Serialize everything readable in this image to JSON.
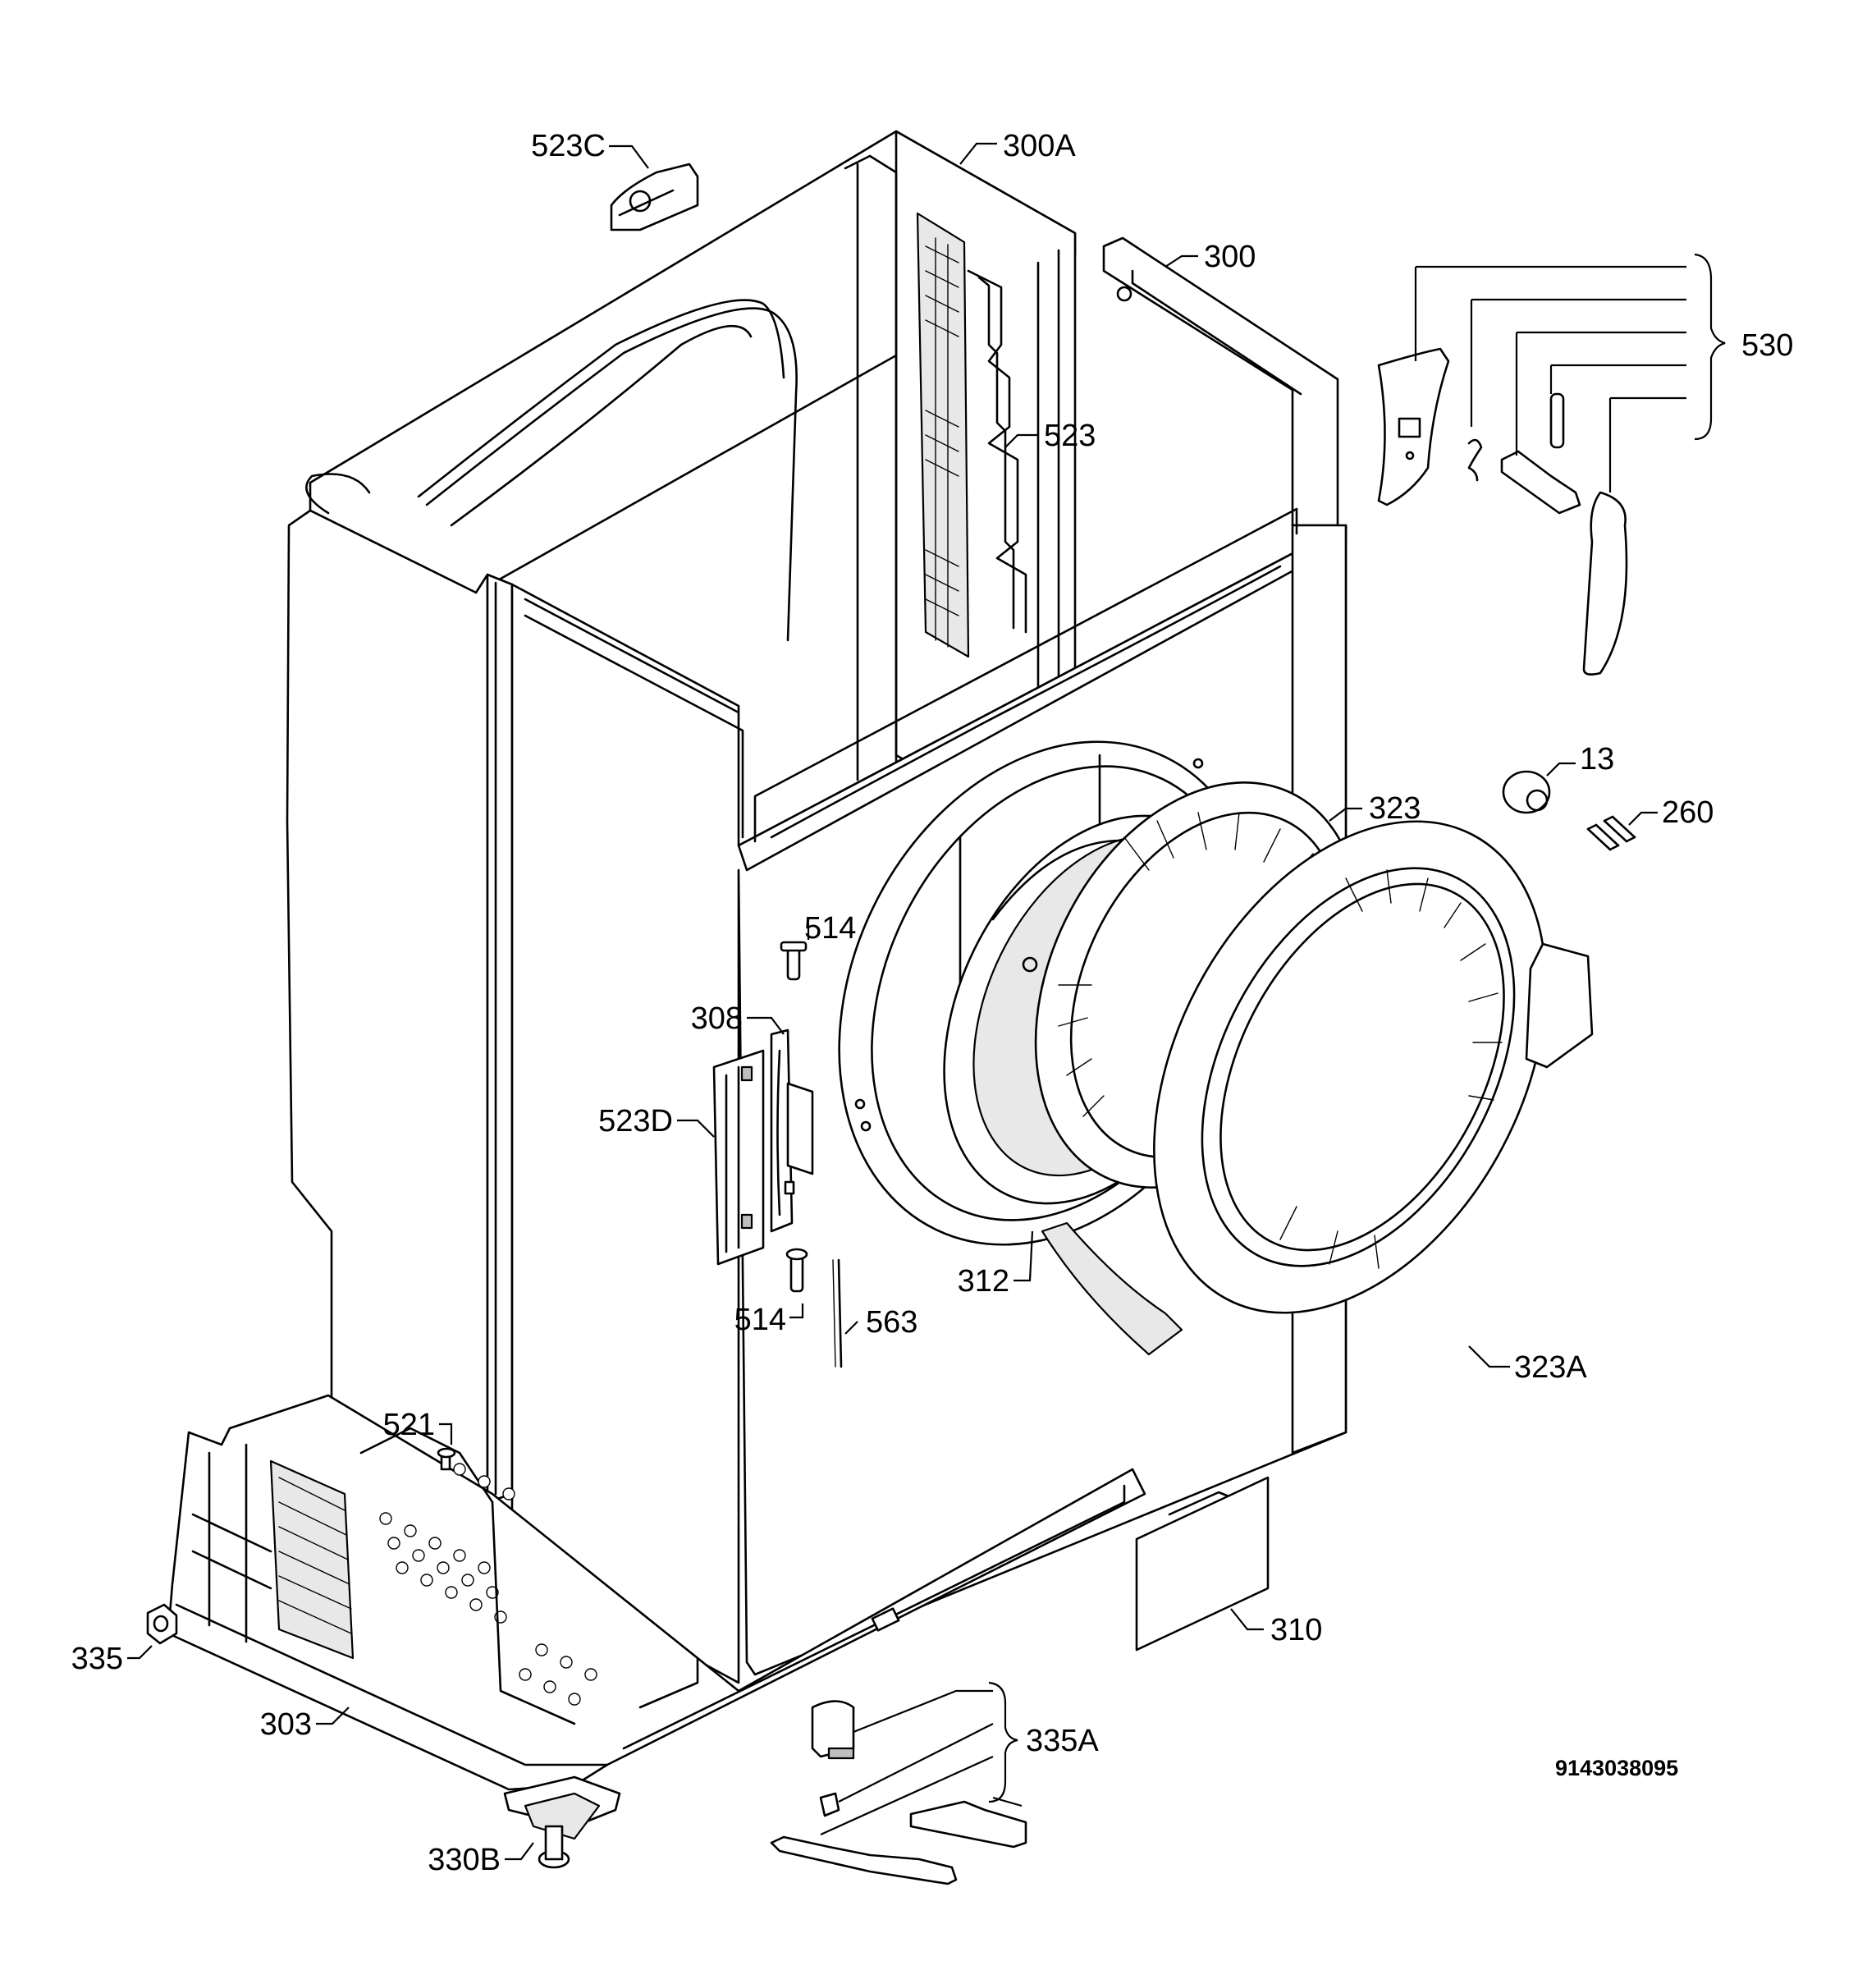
{
  "callouts": [
    {
      "id": "523C",
      "label": "523C"
    },
    {
      "id": "300A",
      "label": "300A"
    },
    {
      "id": "300",
      "label": "300"
    },
    {
      "id": "530",
      "label": "530"
    },
    {
      "id": "523",
      "label": "523"
    },
    {
      "id": "13",
      "label": "13"
    },
    {
      "id": "323",
      "label": "323"
    },
    {
      "id": "260",
      "label": "260"
    },
    {
      "id": "514-top",
      "label": "514"
    },
    {
      "id": "308",
      "label": "308"
    },
    {
      "id": "523D",
      "label": "523D"
    },
    {
      "id": "312",
      "label": "312"
    },
    {
      "id": "514-bottom",
      "label": "514"
    },
    {
      "id": "563",
      "label": "563"
    },
    {
      "id": "323A",
      "label": "323A"
    },
    {
      "id": "521",
      "label": "521"
    },
    {
      "id": "310",
      "label": "310"
    },
    {
      "id": "335",
      "label": "335"
    },
    {
      "id": "303",
      "label": "303"
    },
    {
      "id": "335A",
      "label": "335A"
    },
    {
      "id": "330B",
      "label": "330B"
    }
  ],
  "document_number": "9143038095"
}
